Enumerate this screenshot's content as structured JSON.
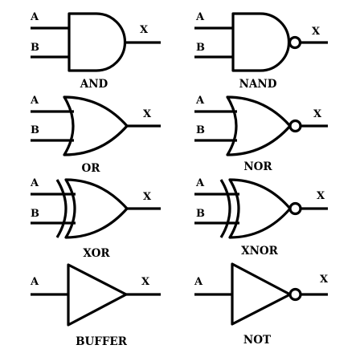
{
  "gates": [
    {
      "name": "AND",
      "inputs": [
        "A",
        "B"
      ],
      "output": "X"
    },
    {
      "name": "NAND",
      "inputs": [
        "A",
        "B"
      ],
      "output": "X"
    },
    {
      "name": "OR",
      "inputs": [
        "A",
        "B"
      ],
      "output": "X"
    },
    {
      "name": "NOR",
      "inputs": [
        "A",
        "B"
      ],
      "output": "X"
    },
    {
      "name": "XOR",
      "inputs": [
        "A",
        "B"
      ],
      "output": "X"
    },
    {
      "name": "XNOR",
      "inputs": [
        "A",
        "B"
      ],
      "output": "X"
    },
    {
      "name": "BUFFER",
      "inputs": [
        "A"
      ],
      "output": "X"
    },
    {
      "name": "NOT",
      "inputs": [
        "A"
      ],
      "output": "X"
    }
  ]
}
